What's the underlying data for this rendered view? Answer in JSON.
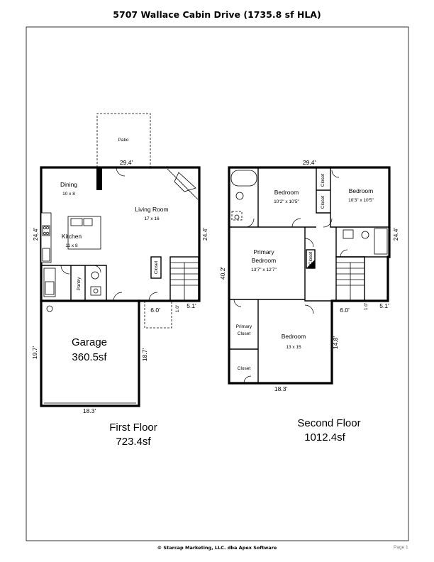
{
  "title": "5707 Wallace Cabin Drive (1735.8 sf HLA)",
  "first_floor": {
    "patio": "Patio",
    "dining": {
      "name": "Dining",
      "size": "10 x 8"
    },
    "living": {
      "name": "Living Room",
      "size": "17 x 16"
    },
    "kitchen": {
      "name": "Kitchen",
      "size": "11 x 8"
    },
    "pantry": "Pantry",
    "closet": "Closet",
    "garage": {
      "name": "Garage",
      "area": "360.5sf"
    },
    "dims": {
      "width_top": "29.4'",
      "height_right": "24.4'",
      "height_left": "24.4'",
      "stair_w": "6.0'",
      "stair_side": "5.1'",
      "stair_small": "1.0'",
      "garage_left": "19.7'",
      "garage_right": "18.7'",
      "garage_bottom": "18.3'"
    },
    "floor_label": "First Floor",
    "floor_area": "723.4sf"
  },
  "second_floor": {
    "bed1": {
      "name": "Bedroom",
      "size": "10'2\" x 10'5\""
    },
    "bed2": {
      "name": "Bedroom",
      "size": "10'3\" x 10'5\""
    },
    "primary": {
      "name_line1": "Primary",
      "name_line2": "Bedroom",
      "size": "13'7\" x 12'7\""
    },
    "bed3": {
      "name": "Bedroom",
      "size": "13 x 15"
    },
    "primary_closet_line1": "Primary",
    "primary_closet_line2": "Closet",
    "closet": "Closet",
    "dims": {
      "width_top": "29.4'",
      "height_right": "24.4'",
      "height_left": "40.2'",
      "stair_w": "6.0'",
      "stair_side": "5.1'",
      "stair_small": "1.0'",
      "bed3_right": "14.8'",
      "bottom": "18.3'"
    },
    "floor_label": "Second Floor",
    "floor_area": "1012.4sf"
  },
  "footer": {
    "credit": "© Starcap Marketing, LLC. dba Apex Software",
    "page": "Page 1"
  }
}
